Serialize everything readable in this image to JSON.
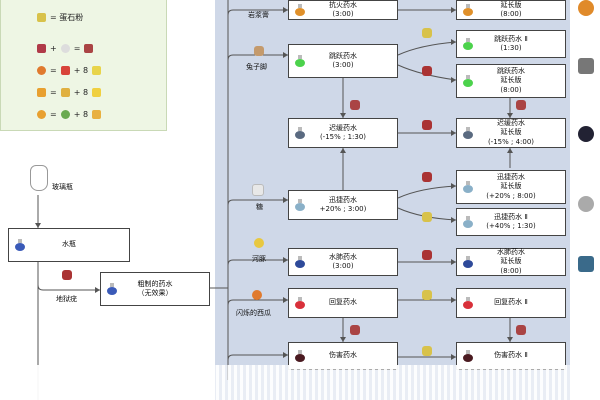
{
  "legend": {
    "rows": [
      {
        "text": "= 蛋石粉"
      },
      {
        "text": "+"
      },
      {
        "text": "+ 8"
      },
      {
        "text": "+ 8"
      },
      {
        "text": "+ 8"
      }
    ]
  },
  "start": {
    "bottle_label": "玻璃瓶",
    "water_label": "水瓶",
    "wart_label": "地狱疣"
  },
  "base": {
    "label": "粗制的药水\n（无效果）"
  },
  "branches": [
    {
      "ingredient": "岩浆膏",
      "potion": "抗火药水\n(3:00)",
      "ext": "延长版\n(8:00)"
    },
    {
      "ingredient": "兔子脚",
      "potion": "跳跃药水\n(3:00)",
      "ext1": "跳跃药水 Ⅱ\n(1:30)",
      "ext2": "跳跃药水\n延长版\n(8:00)"
    },
    {
      "ingredient": "",
      "potion": "迟缓药水\n(-15% ; 1:30)",
      "ext": "迟缓药水\n延长版\n(-15% ; 4:00)"
    },
    {
      "ingredient": "糖",
      "potion": "迅捷药水\n+20% ; 3:00)",
      "ext1": "迅捷药水\n延长版\n(+20% ; 8:00)",
      "ext2": "迅捷药水 Ⅱ\n(+40% ; 1:30)"
    },
    {
      "ingredient": "河豚",
      "potion": "水肺药水\n(3:00)",
      "ext": "水肺药水\n延长版\n(8:00)"
    },
    {
      "ingredient": "闪烁的西瓜",
      "potion": "回复药水",
      "ext": "回复药水 Ⅱ"
    },
    {
      "ingredient": "",
      "potion": "伤害药水",
      "ext": "伤害药水 Ⅱ"
    }
  ],
  "colors": {
    "blue_column": "#cfd8e8",
    "legend_bg": "#eef6e4",
    "line": "#555555"
  }
}
